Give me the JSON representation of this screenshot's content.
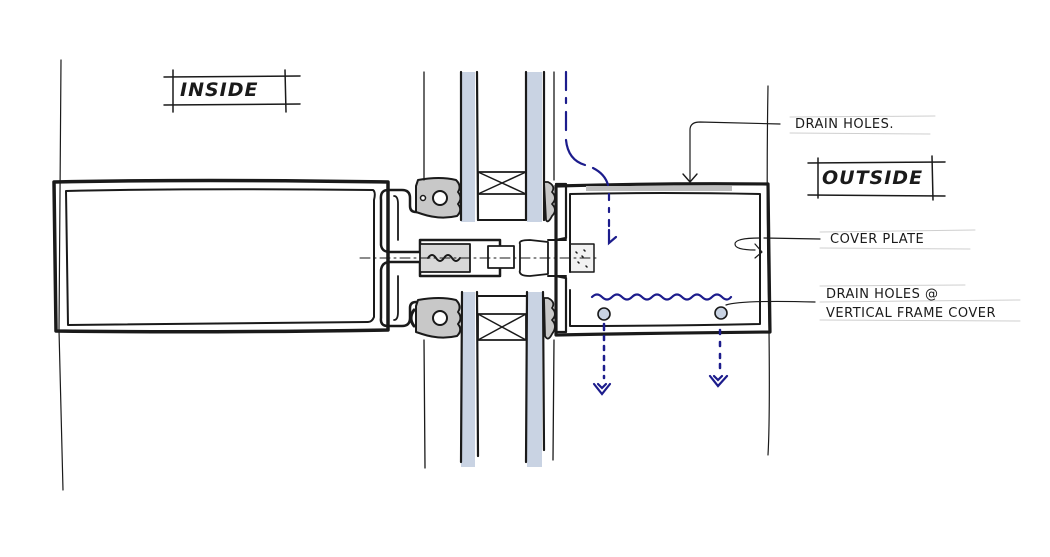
{
  "diagram": {
    "type": "architectural section sketch",
    "subject": "curtain wall mullion / frame section with drainage",
    "colors": {
      "ink": "#1a1a1a",
      "glass": "#c9d3e3",
      "gasket_fill": "#c8c8c8",
      "water_path": "#1c1c8c",
      "background": "#ffffff"
    }
  },
  "labels": {
    "inside": "INSIDE",
    "outside": "OUTSIDE",
    "drain_holes": "DRAIN HOLES.",
    "cover_plate": "COVER PLATE",
    "drain_holes_vertical_line1": "DRAIN HOLES @",
    "drain_holes_vertical_line2": "VERTICAL FRAME COVER"
  }
}
